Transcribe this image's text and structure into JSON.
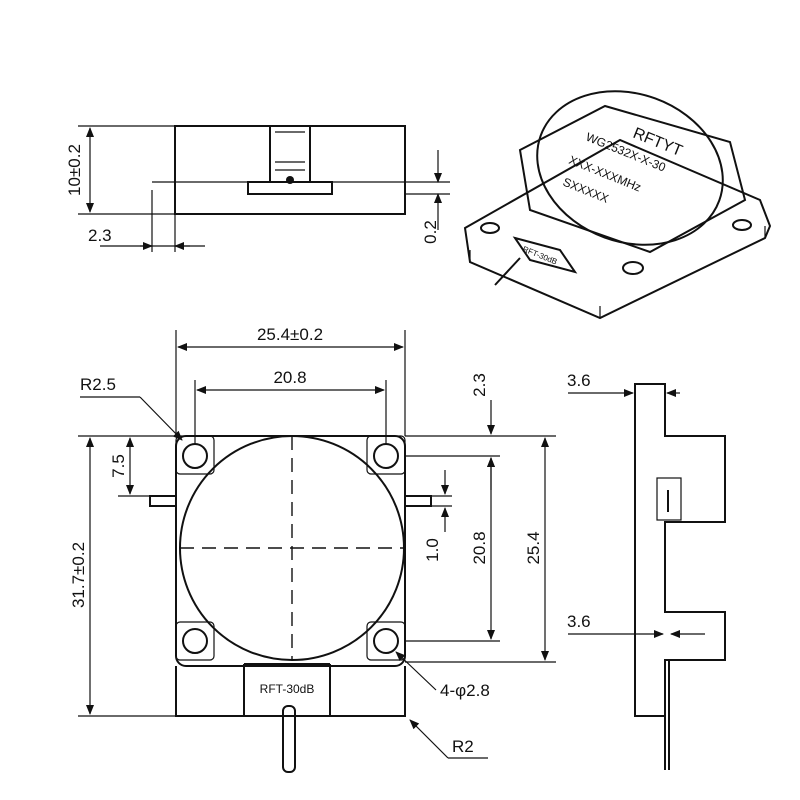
{
  "views": {
    "side_top": {
      "height_label": "10±0.2",
      "offset_label": "2.3",
      "gap_label": "0.2"
    },
    "iso": {
      "brand": "RFTYT",
      "model": "WG2532X-X-30",
      "freq": "XXX-XXXMHz",
      "serial": "SXXXXX",
      "tab_label": "RFT-30dB"
    },
    "front": {
      "width_label": "25.4±0.2",
      "hole_span_label": "20.8",
      "corner_radius_label": "R2.5",
      "left_offset_label": "7.5",
      "total_height_label": "31.7±0.2",
      "top_offset_label": "2.3",
      "tab_thickness_label": "1.0",
      "hole_v_span_label": "20.8",
      "body_height_label": "25.4",
      "holes_label": "4-φ2.8",
      "outer_radius_label": "R2",
      "tab_label": "RFT-30dB"
    },
    "side_right": {
      "top_label": "3.6",
      "bottom_label": "3.6"
    }
  }
}
